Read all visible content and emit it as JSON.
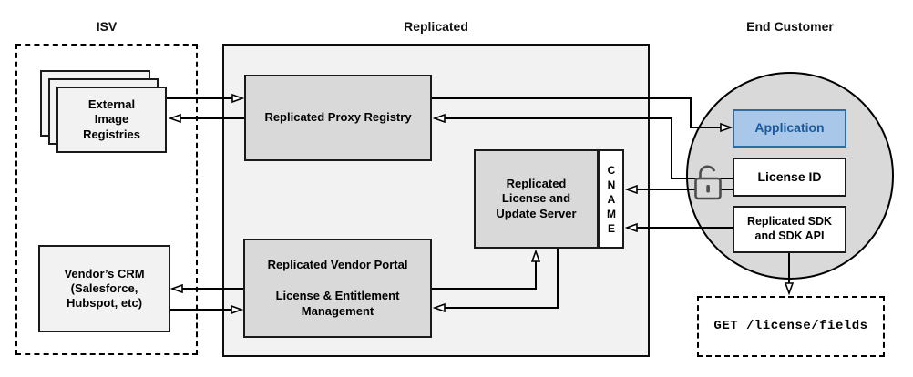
{
  "headers": {
    "isv": "ISV",
    "replicated": "Replicated",
    "end_customer": "End Customer"
  },
  "isv": {
    "external_registries": {
      "line1": "External",
      "line2": "Image",
      "line3": "Registries"
    },
    "vendor_crm": {
      "line1": "Vendor’s CRM",
      "line2": "(Salesforce,",
      "line3": "Hubspot, etc)"
    }
  },
  "replicated": {
    "proxy_registry_label": "Replicated Proxy Registry",
    "vendor_portal": {
      "title": "Replicated Vendor Portal",
      "line1": "License & Entitlement",
      "line2": "Management"
    },
    "license_server": {
      "line1": "Replicated",
      "line2": "License and",
      "line3": "Update Server"
    },
    "cname": {
      "l0": "C",
      "l1": "N",
      "l2": "A",
      "l3": "M",
      "l4": "E"
    }
  },
  "end_customer": {
    "application_label": "Application",
    "license_id_label": "License ID",
    "sdk": {
      "line1": "Replicated SDK",
      "line2": "and SDK API"
    },
    "get_request_label": "GET /license/fields"
  },
  "icons": {
    "lock": "open-padlock"
  },
  "colors": {
    "application_fill": "#a9c7e8",
    "application_border": "#2e6da4",
    "application_text": "#1b5a9c",
    "inner_box_gray": "#d9d9d9",
    "panel_light": "#f2f2f2",
    "circle_fill": "#d9d9d9",
    "connector_line": "#000000",
    "lock_gray": "#4d4d4d"
  }
}
